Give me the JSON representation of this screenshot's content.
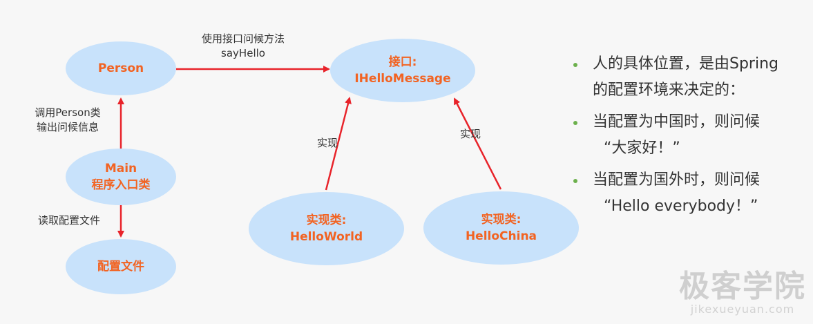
{
  "diagram": {
    "nodes": {
      "person": {
        "line1": "Person"
      },
      "main": {
        "line1": "Main",
        "line2": "程序入口类"
      },
      "config": {
        "line1": "配置文件"
      },
      "interface": {
        "line1": "接口:",
        "line2": "IHelloMessage"
      },
      "helloworld": {
        "line1": "实现类:",
        "line2": "HelloWorld"
      },
      "hellochina": {
        "line1": "实现类:",
        "line2": "HelloChina"
      }
    },
    "edges": {
      "person_to_interface": {
        "line1": "使用接口问候方法",
        "line2": "sayHello"
      },
      "main_to_person": {
        "line1": "调用Person类",
        "line2": "输出问候信息"
      },
      "main_to_config": {
        "line1": "读取配置文件"
      },
      "helloworld_to_interface": {
        "line1": "实现"
      },
      "hellochina_to_interface": {
        "line1": "实现"
      }
    },
    "colors": {
      "node_fill": "#c8e2fb",
      "node_text": "#f26322",
      "arrow": "#e8232a",
      "bullet": "#6cb04c"
    }
  },
  "notes": {
    "items": [
      {
        "line1": "人的具体位置，是由Spring",
        "line2": "的配置环境来决定的："
      },
      {
        "line1": "当配置为中国时，则问候",
        "line2": "“大家好！”"
      },
      {
        "line1": "当配置为国外时，则问候",
        "line2": "“Hello everybody！”"
      }
    ]
  },
  "watermark": {
    "cn": "极客学院",
    "en": "jikexueyuan.com"
  }
}
